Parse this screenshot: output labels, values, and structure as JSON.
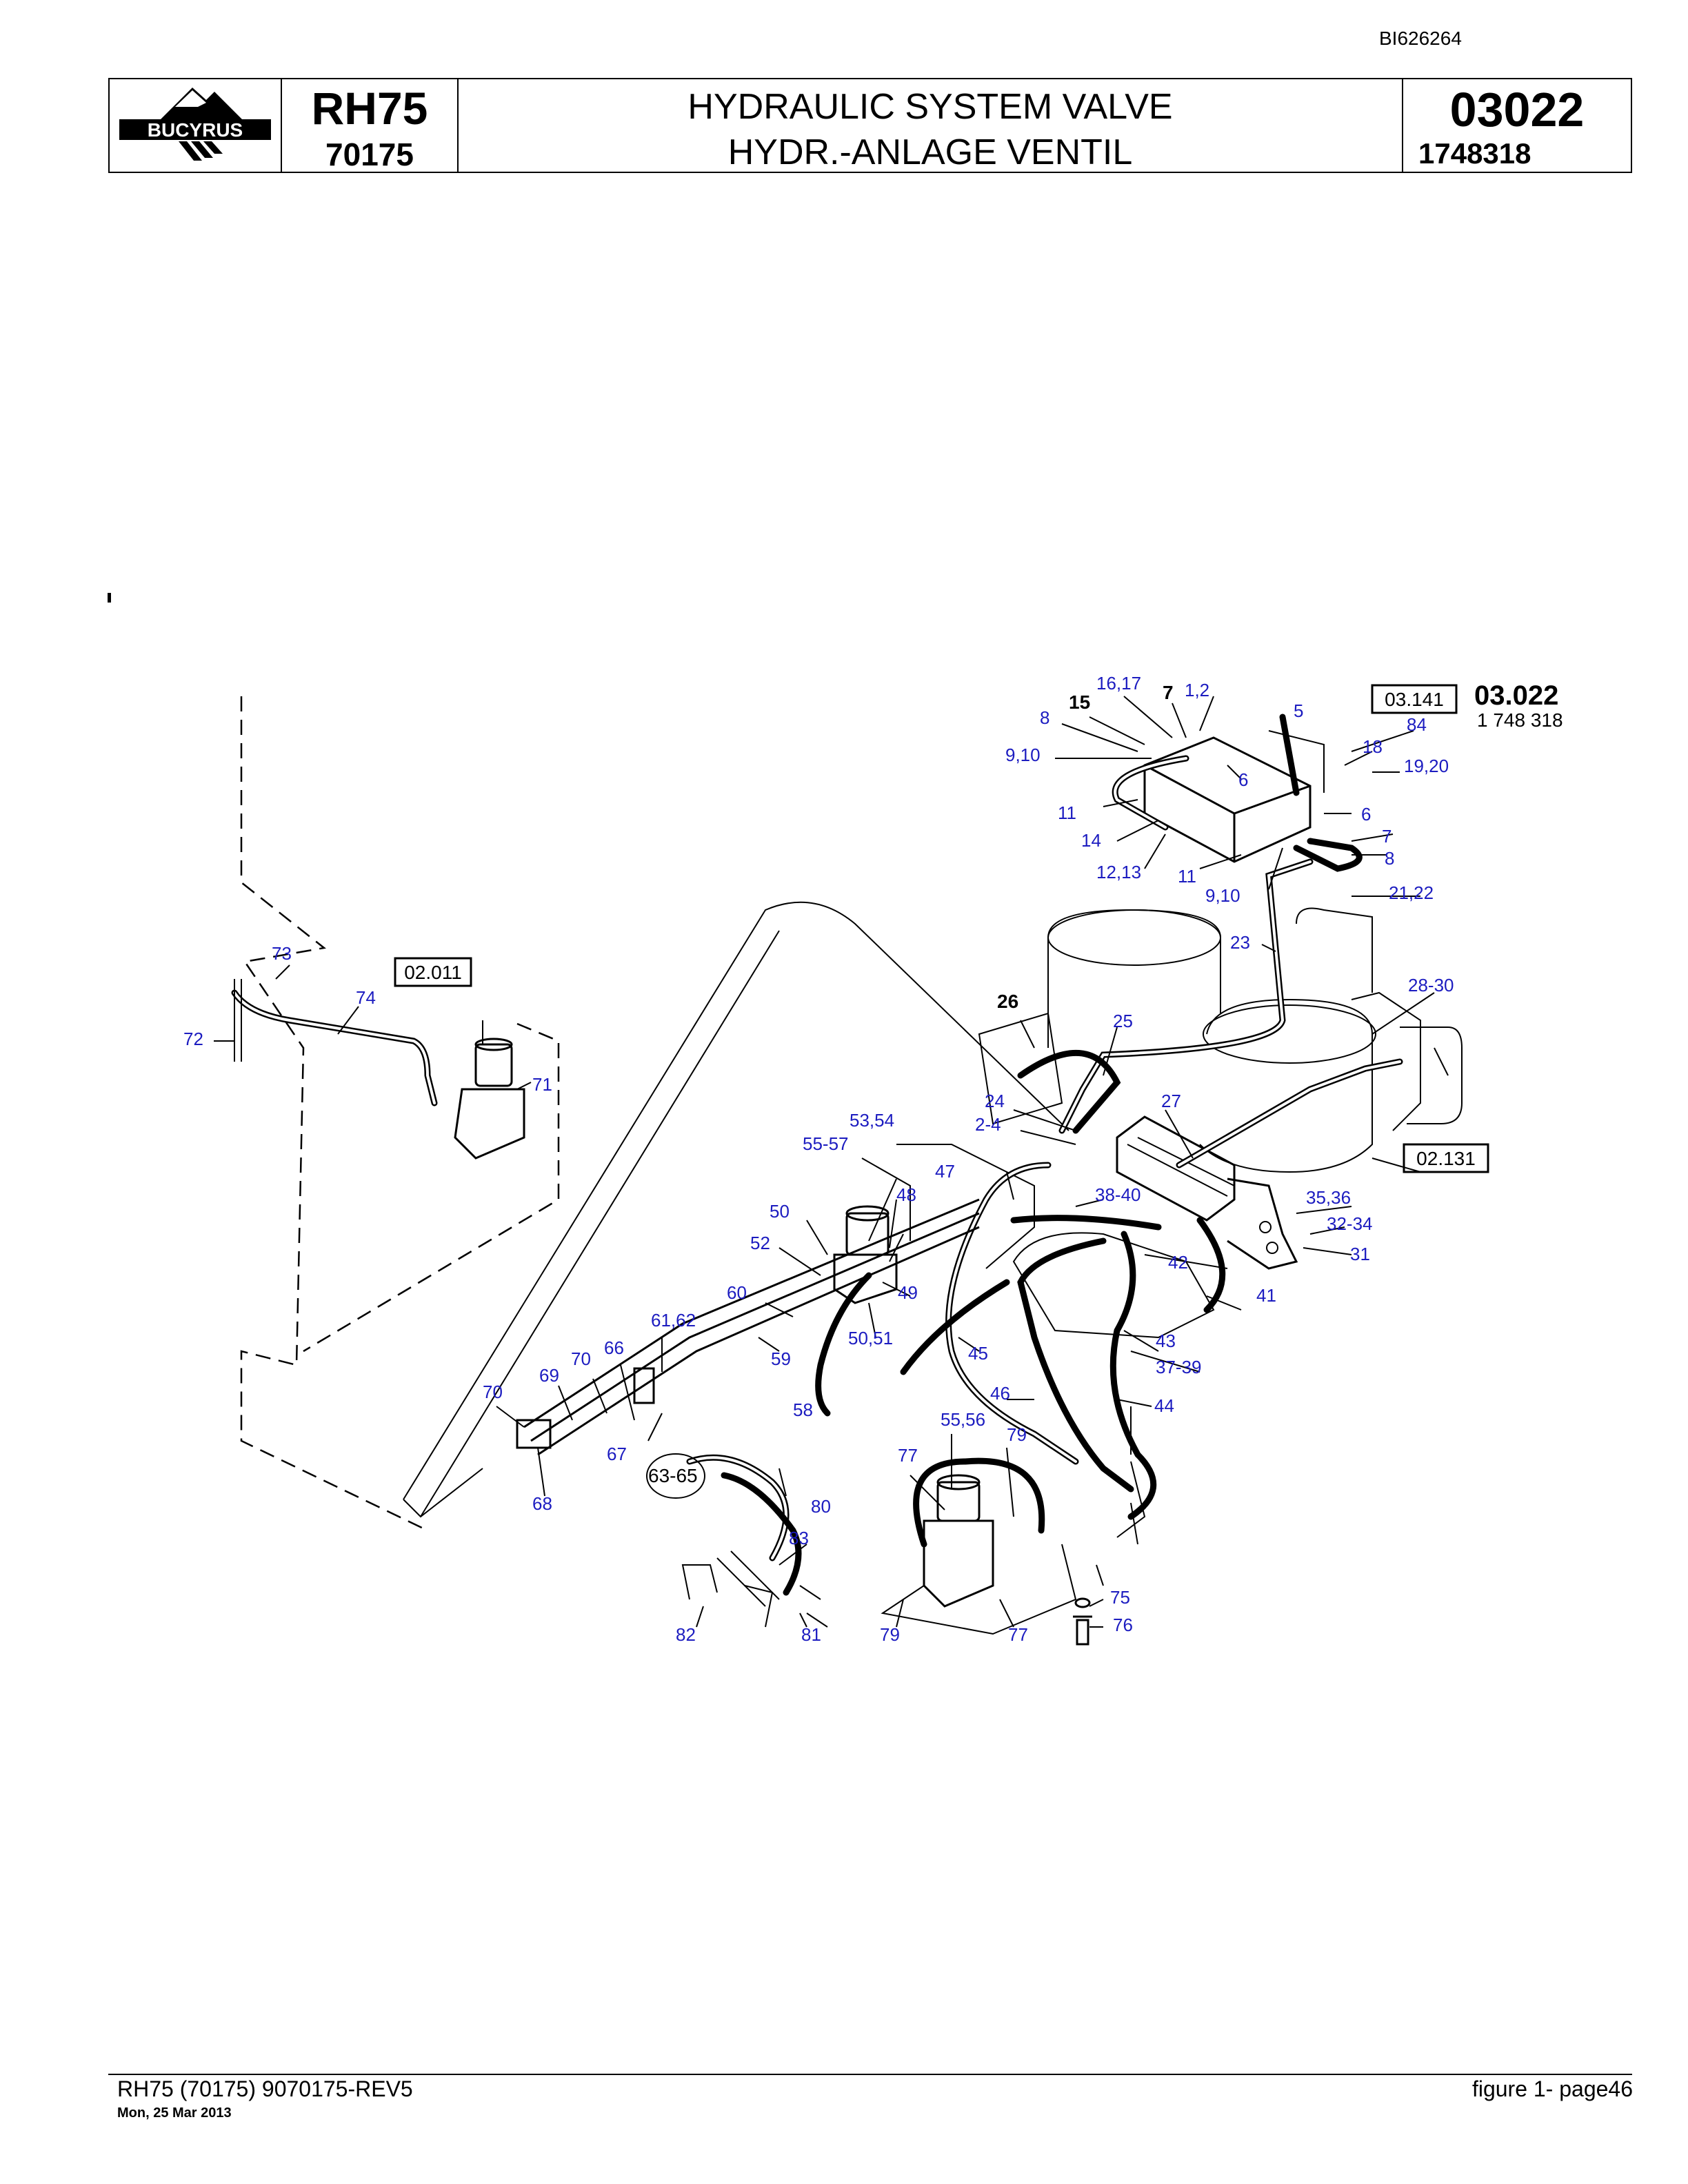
{
  "document_id": "BI626264",
  "header": {
    "logo_text": "BUCYRUS",
    "model": "RH75",
    "serial": "70175",
    "title_en": "HYDRAULIC SYSTEM VALVE",
    "title_de": "HYDR.-ANLAGE VENTIL",
    "group_no": "03022",
    "part_no": "1748318"
  },
  "drawing": {
    "group_label": "03.022",
    "drawing_no": "1 748 318",
    "ref_boxes": [
      "03.141",
      "02.011",
      "02.131"
    ],
    "callouts": [
      "16,17",
      "15",
      "7",
      "1,2",
      "5",
      "8",
      "9,10",
      "6",
      "84",
      "18",
      "19,20",
      "11",
      "14",
      "12,13",
      "11",
      "9,10",
      "6",
      "7",
      "8",
      "21,22",
      "23",
      "73",
      "02.011",
      "74",
      "72",
      "71",
      "26",
      "25",
      "28-30",
      "24",
      "2-4",
      "27",
      "53,54",
      "55-57",
      "47",
      "48",
      "38-40",
      "35,36",
      "32-34",
      "31",
      "50",
      "52",
      "49",
      "42",
      "41",
      "60",
      "61,62",
      "59",
      "50,51",
      "45",
      "43",
      "37-39",
      "66",
      "70",
      "69",
      "70",
      "58",
      "46",
      "44",
      "67",
      "63-65",
      "55,56",
      "79",
      "77",
      "80",
      "68",
      "83",
      "82",
      "81",
      "79",
      "77",
      "75",
      "76"
    ]
  },
  "footer": {
    "left": "RH75 (70175) 9070175-REV5",
    "date": "Mon, 25 Mar 2013",
    "right": "figure  1- page46"
  }
}
